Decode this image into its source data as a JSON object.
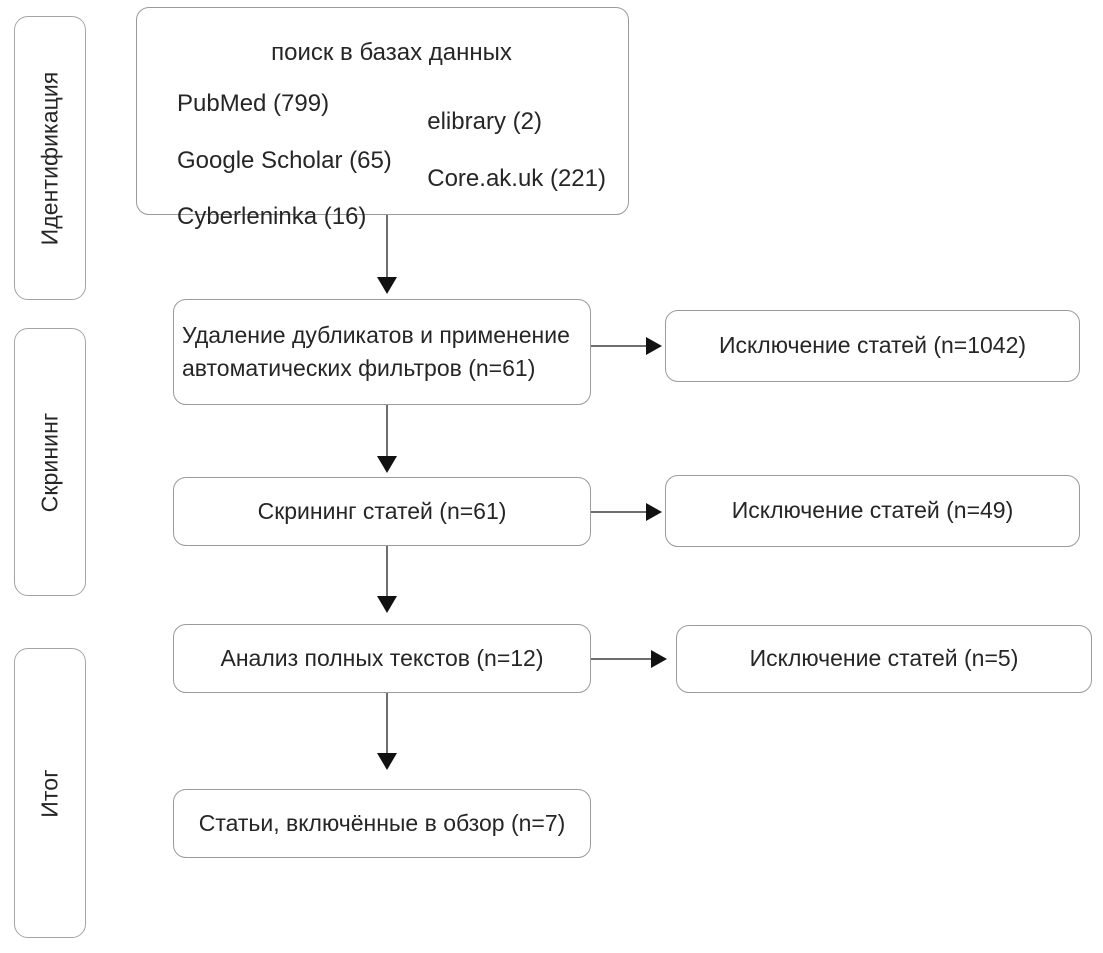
{
  "diagram": {
    "title": "PRISMA flow diagram",
    "stages": [
      {
        "id": "identification",
        "label": "Идентификация"
      },
      {
        "id": "screening",
        "label": "Скрининг"
      },
      {
        "id": "result",
        "label": "Итог"
      }
    ],
    "identification_box": {
      "heading": "поиск в базах данных",
      "sources_left": [
        "PubMed (799)",
        "Google Scholar (65)",
        "Cyberleninka (16)"
      ],
      "sources_right": [
        "elibrary (2)",
        "Core.ak.uk (221)"
      ]
    },
    "flow_boxes": [
      {
        "id": "dedup",
        "text": "Удаление дубликатов и применение\nавтоматических фильтров (n=61)"
      },
      {
        "id": "screening",
        "text": "Скрининг статей (n=61)"
      },
      {
        "id": "fulltext",
        "text": "Анализ полных текстов (n=12)"
      },
      {
        "id": "included",
        "text": "Статьи, включённые в обзор (n=7)"
      }
    ],
    "exclusion_boxes": [
      {
        "id": "excluded-dedup",
        "text": "Исключение статей (n=1042)"
      },
      {
        "id": "excluded-screening",
        "text": "Исключение статей (n=49)"
      },
      {
        "id": "excluded-fulltext",
        "text": "Исключение статей (n=5)"
      }
    ],
    "colors": {
      "box_border": "#9a9a9a",
      "stage_border": "#a5a5a5",
      "connector": "#6e6e6e",
      "arrowhead": "#111111",
      "text": "#262626",
      "background": "#ffffff"
    }
  }
}
